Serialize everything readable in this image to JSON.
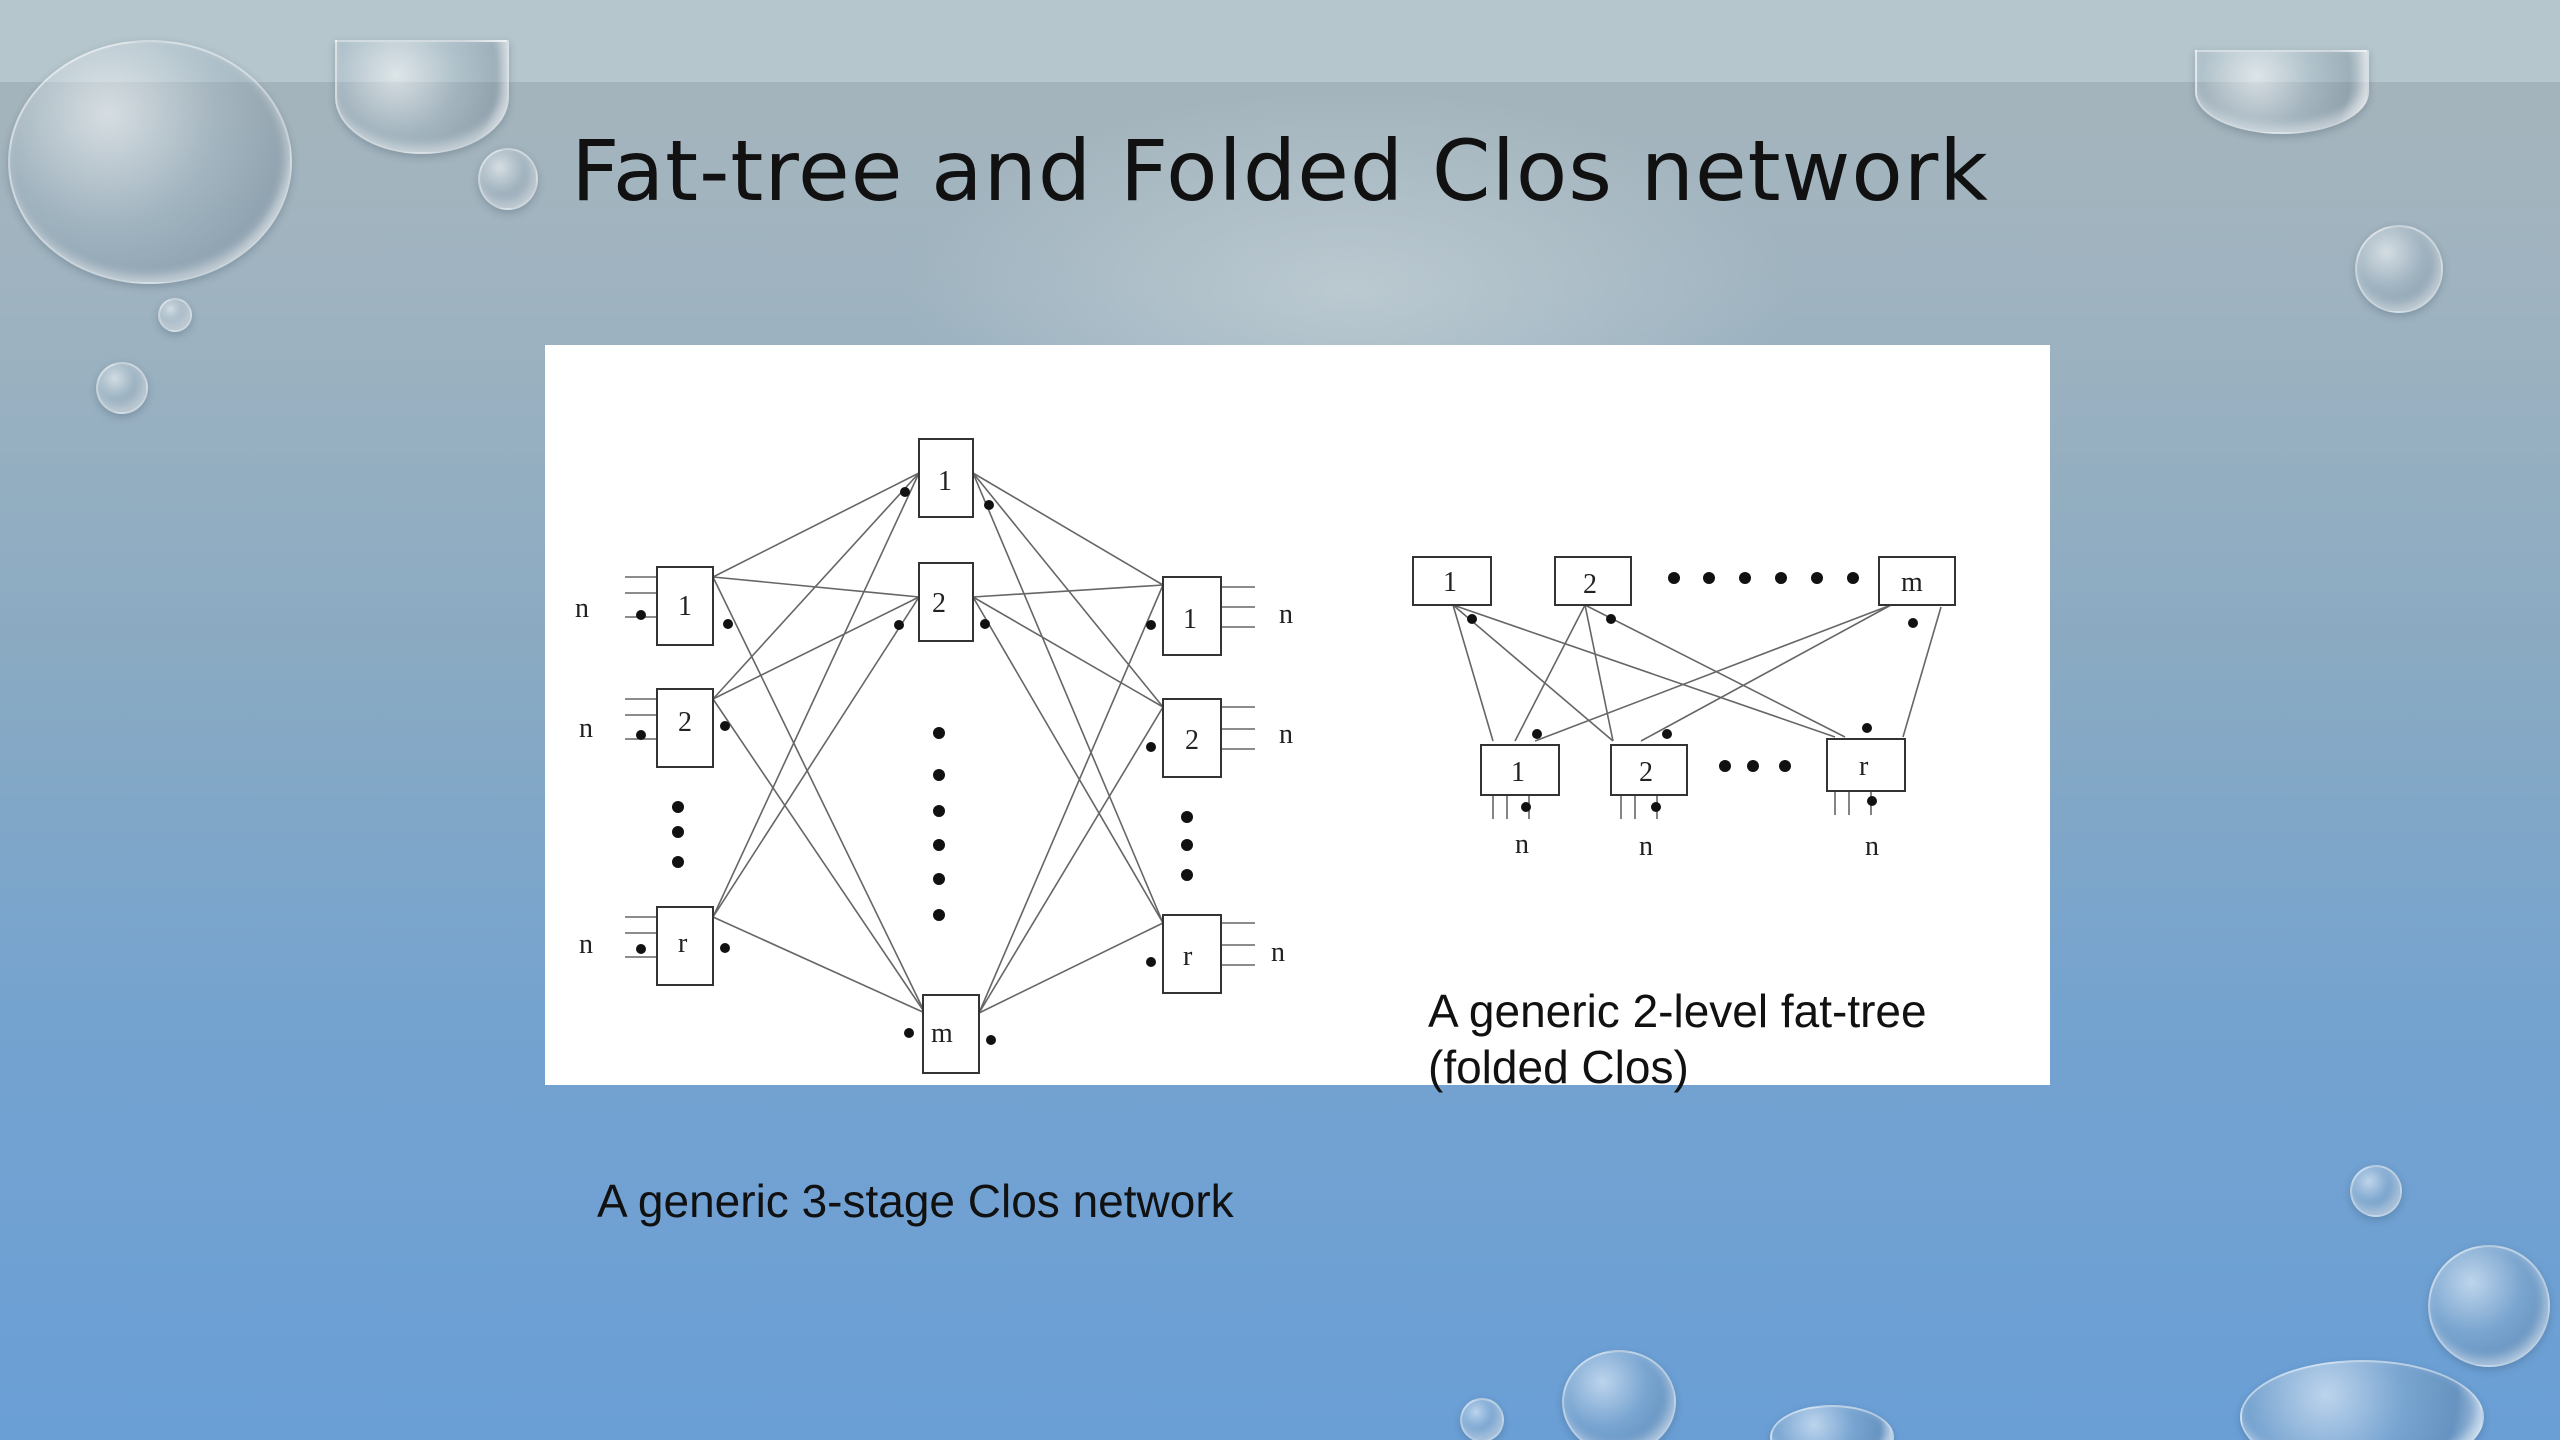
{
  "slide": {
    "title": "Fat-tree and Folded Clos network"
  },
  "clos": {
    "caption": "A generic 3-stage Clos network",
    "input_switches": [
      "1",
      "2",
      "r"
    ],
    "middle_switches": [
      "1",
      "2",
      "m"
    ],
    "output_switches": [
      "1",
      "2",
      "r"
    ],
    "port_label": "n"
  },
  "fattree": {
    "caption_line1": "A generic 2-level fat-tree",
    "caption_line2": "(folded Clos)",
    "top_switches": [
      "1",
      "2",
      "m"
    ],
    "bottom_switches": [
      "1",
      "2",
      "r"
    ],
    "port_label": "n"
  },
  "colors": {
    "panel": "#ffffff",
    "ink": "#111111",
    "line": "#666666"
  }
}
